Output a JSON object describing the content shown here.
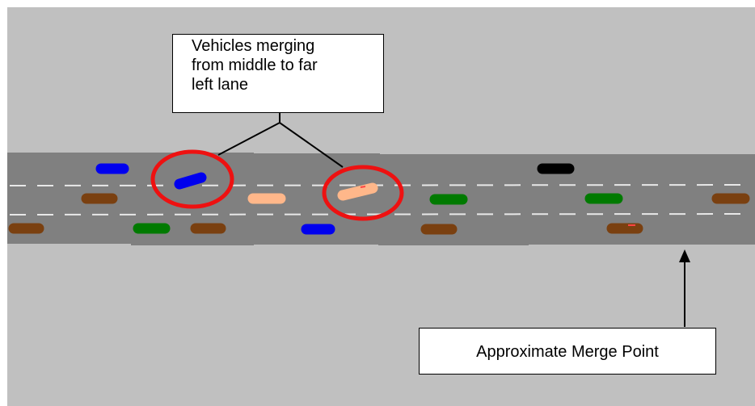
{
  "labels": {
    "merging_lines": [
      "Vehicles merging",
      "from middle to far",
      "left lane"
    ],
    "merge_point": "Approximate Merge Point"
  },
  "colors": {
    "background": "#c0c0c0",
    "road": "#808080",
    "lane_marking": "#e8e8e8",
    "highlight_ring": "#ee1111",
    "arrow": "#000000"
  },
  "vehicle_colors": {
    "blue": "#0000ee",
    "brown": "#7a4010",
    "green": "#007a00",
    "peach": "#ffb78a",
    "black": "#000000"
  }
}
